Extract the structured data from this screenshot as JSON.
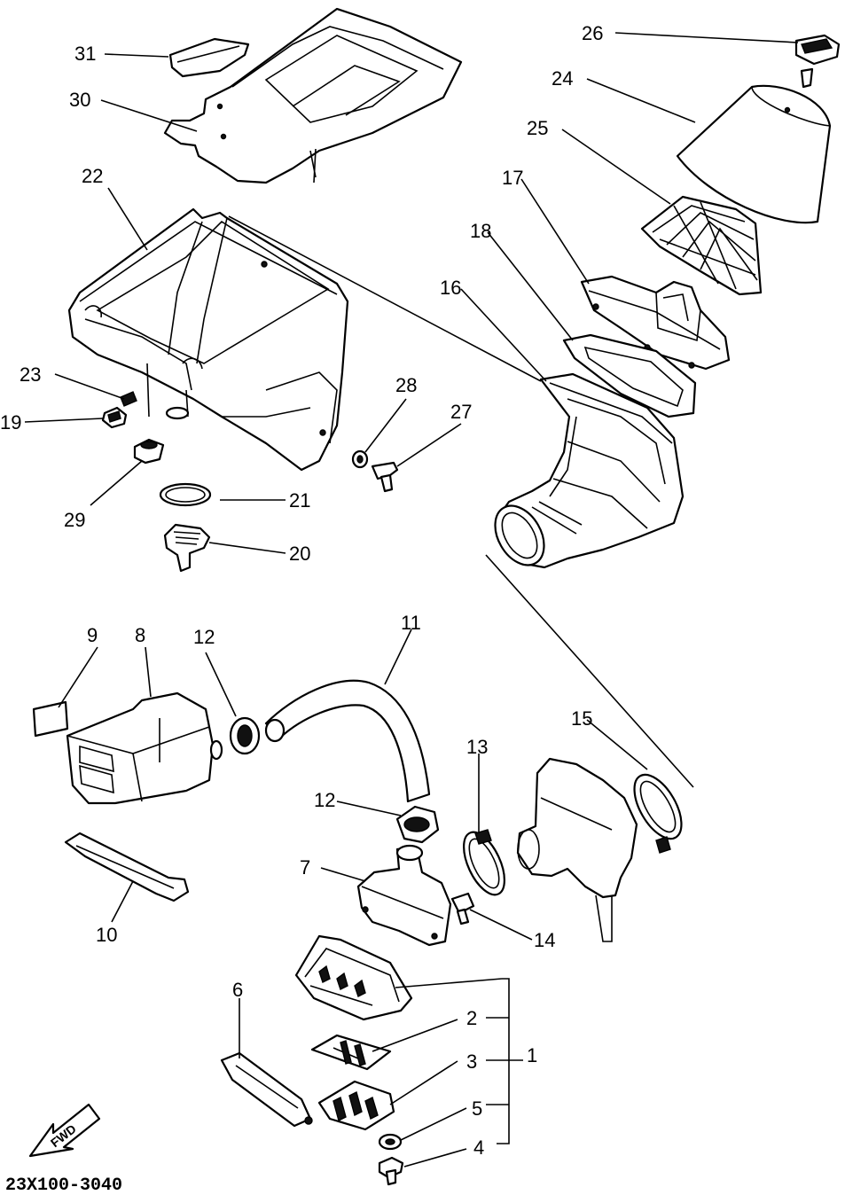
{
  "diagram_code": "23X100-3040",
  "fwd_label": "FWD",
  "callouts": {
    "c1": "1",
    "c2": "2",
    "c3": "3",
    "c4": "4",
    "c5": "5",
    "c6": "6",
    "c7": "7",
    "c8": "8",
    "c9": "9",
    "c10": "10",
    "c11": "11",
    "c12a": "12",
    "c12b": "12",
    "c13": "13",
    "c14": "14",
    "c15": "15",
    "c16": "16",
    "c17": "17",
    "c18": "18",
    "c19": "19",
    "c20": "20",
    "c21": "21",
    "c22": "22",
    "c23": "23",
    "c24": "24",
    "c25": "25",
    "c26": "26",
    "c27": "27",
    "c28": "28",
    "c29": "29",
    "c30": "30",
    "c31": "31"
  }
}
